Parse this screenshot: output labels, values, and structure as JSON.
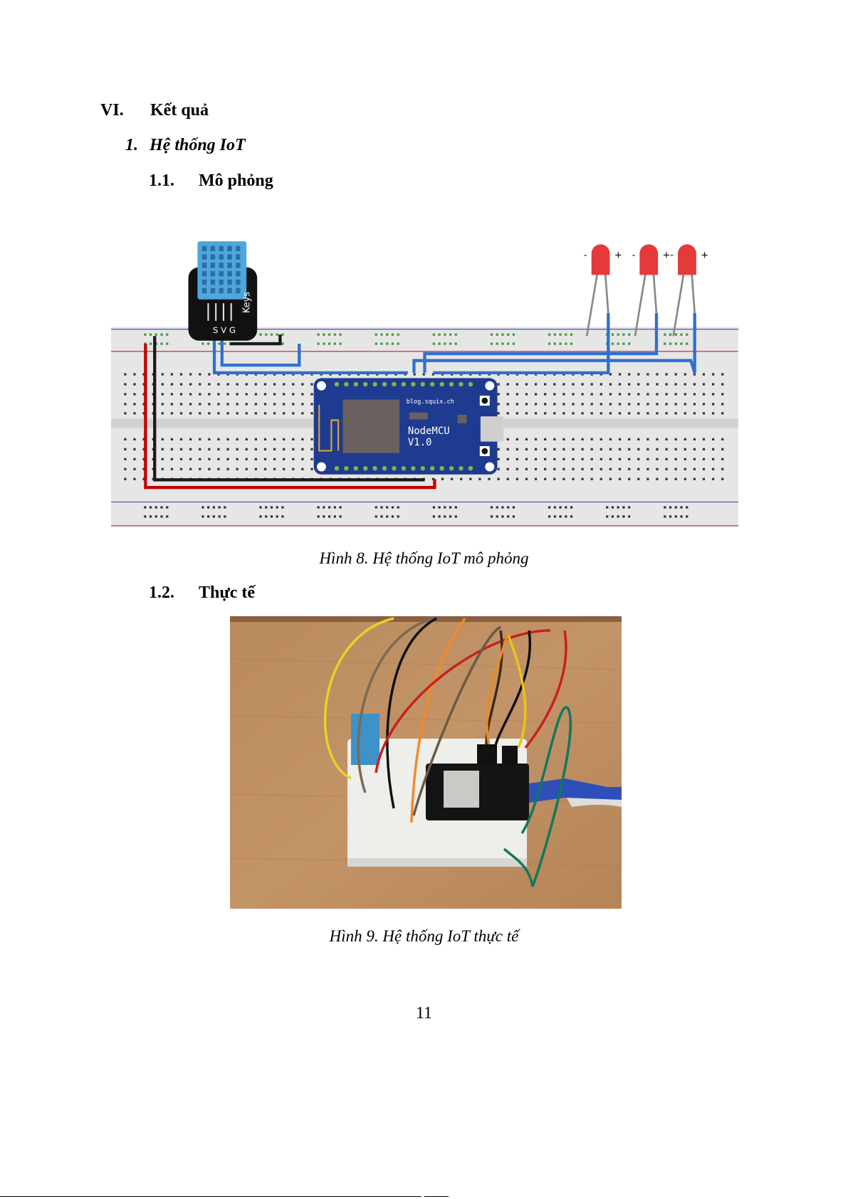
{
  "section": {
    "number": "VI.",
    "title": "Kết quả"
  },
  "subsection": {
    "number": "1.",
    "title": "Hệ thống IoT"
  },
  "subsub1": {
    "number": "1.1.",
    "title": "Mô phỏng"
  },
  "subsub2": {
    "number": "1.2.",
    "title": "Thực tế"
  },
  "figure8": {
    "caption": "Hình 8. Hệ thống IoT mô phỏng",
    "labels": {
      "sensor_brand": "Keys",
      "sensor_pins": "S V G",
      "board_site": "blog.squix.ch",
      "board_name": "NodeMCU",
      "board_version": "V1.0",
      "minus": "-",
      "plus": "+"
    }
  },
  "figure9": {
    "caption": "Hình 9. Hệ thống IoT thực tế"
  },
  "page_number": "11"
}
